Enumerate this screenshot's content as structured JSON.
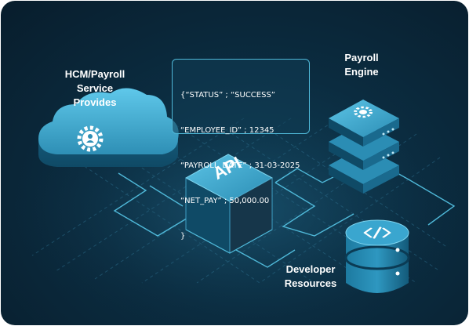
{
  "labels": {
    "hcm": "HCM/Payroll\nService Provides",
    "payroll_engine": "Payroll\nEngine",
    "developer": "Developer\nResources",
    "api_text": "API"
  },
  "json_lines": [
    "{“STATUS” ; “SUCCESS”",
    "“EMPLOYEE_ID” ; 12345",
    "“PAYROLL_DATE” ; 31-03-2025",
    "“NET_PAY” ; 50,000.00",
    "}"
  ],
  "icons": {
    "cloud": "cloud-gear-user-icon",
    "server": "server-stack-icon",
    "database": "database-code-icon",
    "api_cube": "api-cube-icon"
  },
  "colors": {
    "background": "#0b2c40",
    "line": "#4fb8d8",
    "accent": "#2e8fb5"
  }
}
